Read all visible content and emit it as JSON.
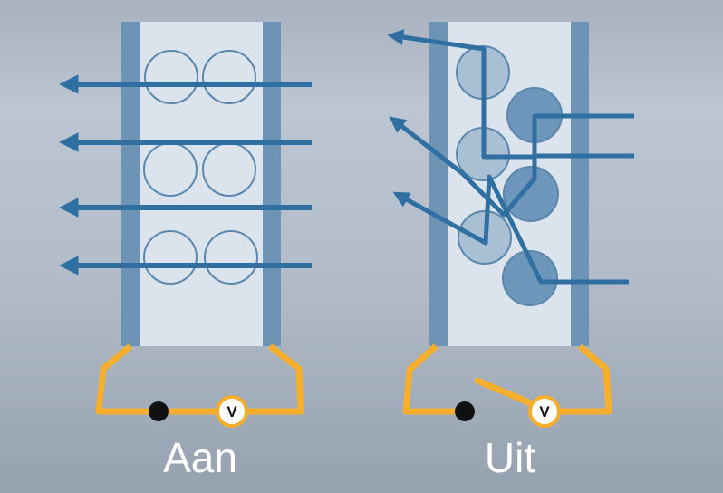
{
  "panels": [
    {
      "label": "Aan",
      "switch_state": "closed",
      "meter_label": "V"
    },
    {
      "label": "Uit",
      "switch_state": "open",
      "meter_label": "V"
    }
  ],
  "colors": {
    "panel_fill": "#dbe3ed",
    "electrode": "#6d93b5",
    "arrow": "#2f6fa1",
    "crystal_outline": "#5b87ad",
    "crystal_light": "#a8bfd4",
    "crystal_dark": "#6d96ba",
    "wire": "#f6ae2d",
    "node": "#111111",
    "caption": "#ffffff"
  }
}
